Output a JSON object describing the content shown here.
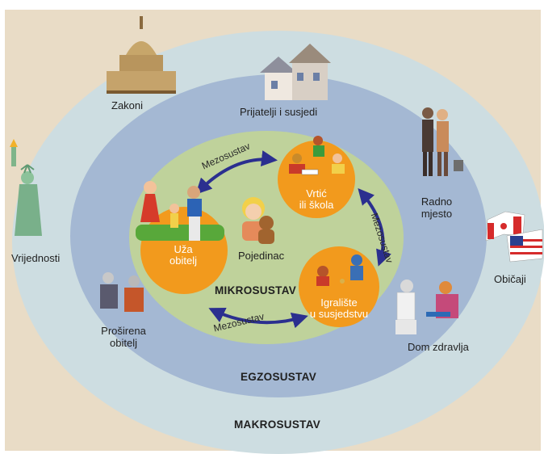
{
  "systems": {
    "macro": "MAKROSUSTAV",
    "exo": "EGZOSUSTAV",
    "micro": "MIKROSUSTAV"
  },
  "center_label": "Pojedinac",
  "micro_nodes": {
    "family": [
      "Uža",
      "obitelj"
    ],
    "school": [
      "Vrtić",
      "ili škola"
    ],
    "playground": [
      "Igralište",
      "u susjedstvu"
    ]
  },
  "mezo_label": "Mezosustav",
  "exo_items": {
    "friends": "Prijatelji i susjedi",
    "work": [
      "Radno",
      "mjesto"
    ],
    "health": "Dom zdravlja",
    "extended": [
      "Proširena",
      "obitelj"
    ]
  },
  "macro_items": {
    "laws": "Zakoni",
    "values": "Vrijednosti",
    "customs": "Običaji"
  },
  "colors": {
    "outer_bg": "#e9dcc6",
    "macro": "#cddde1",
    "exo": "#a4b8d3",
    "micro": "#bfd29b",
    "node": "#f29a1d",
    "arrow": "#2b2f8f"
  }
}
